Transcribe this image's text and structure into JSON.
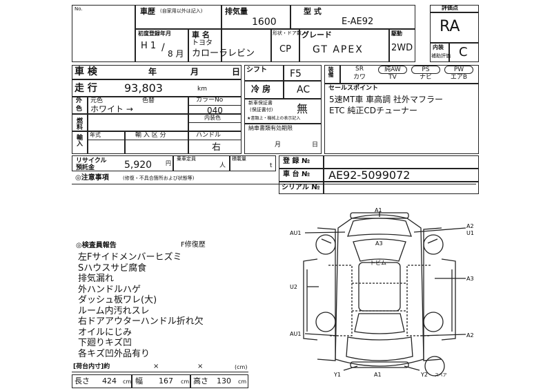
{
  "header": {
    "no_label": "No.",
    "shaken_label": "車歴",
    "shaken_note": "(自家用以外は記入)",
    "displacement_label": "排気量",
    "displacement": "1600",
    "model_label": "型 式",
    "model_code": "E-AE92",
    "grade_label": "評価点",
    "grade": "RA",
    "first_reg_label": "初度登録年月",
    "first_reg_era": "H 1",
    "first_reg_slash": "/",
    "first_reg_month": "8 月",
    "name_label": "車 名",
    "maker": "トヨタ",
    "car_name": "カローラレビン",
    "doors_label": "形状・ドア数",
    "body_type": "CP",
    "trim_label": "グレード",
    "trim": "GT APEX",
    "drive_label": "駆動",
    "drive": "2WD",
    "interior_label": "内装",
    "interior_sub": "補助評価",
    "interior_score": "C"
  },
  "left": {
    "inspection_label": "車 検",
    "year_label": "年",
    "month_label": "月",
    "day_label": "日",
    "mileage_label": "走 行",
    "mileage": "93,803",
    "mileage_unit": "km",
    "color_label_1": "外",
    "color_label_2": "色",
    "orig_color_label": "元色",
    "color_name_label": "色替",
    "color": "ホワイト →",
    "color_no_label": "カラーNo",
    "color_no": "040",
    "interior_color_label": "内装色",
    "fuel_label": "燃料",
    "import_label": "輸入",
    "year_type_label": "年式",
    "import_type_label": "輸 入 区 分",
    "handle_label": "ハンドル",
    "handle": "右",
    "recycle_label": "リサイクル預託金",
    "recycle": "5,920",
    "recycle_unit": "円",
    "capacity_label": "乗車定員",
    "capacity_unit": "人",
    "load_label": "積載量",
    "load_unit": "t",
    "notes_label": "◎注意事項",
    "notes_sub": "(修復・不具合箇所および状態等)"
  },
  "middle": {
    "shift_label": "シフト",
    "shift": "F5",
    "ac_label": "冷 房",
    "ac": "AC",
    "manual_label": "新車保証書",
    "manual_sub": "(保証書付)",
    "manual": "無",
    "manual_note": "★書類上・機械上の表示記入",
    "expiry_label": "納車書類有効期限",
    "expiry_month": "月",
    "expiry_day": "日"
  },
  "equipment": {
    "label": "装備",
    "items_row1": [
      "SR",
      "純AW",
      "PS",
      "PW"
    ],
    "items_row2": [
      "カワ",
      "TV",
      "ナビ",
      "エアB"
    ]
  },
  "selling_points": {
    "label": "セールスポイント",
    "line1": "5速MT車 車高調 社外マフラー",
    "line2": "ETC 純正CDチューナー"
  },
  "registration": {
    "reg_label": "登 録 №",
    "chassis_label": "車 台 №",
    "chassis": "AE92-5099072",
    "serial_label": "シリアル №"
  },
  "report": {
    "title": "◎検査員報告",
    "legend": "F修復歴",
    "lines": [
      "左Fサイドメンバーヒズミ",
      "Sハウスサビ腐食",
      "排気漏れ",
      "外ハンドルハゲ",
      "ダッシュ板ワレ(大)",
      "ルーム内汚れスレ",
      "右ドアアウターハンドル折れ欠",
      "オイルにじみ",
      "下廻りキズ凹",
      "各キズ凹外品有り"
    ]
  },
  "dimensions": {
    "label": "[荷台内寸]約",
    "x1": "×",
    "x2": "×",
    "cm": "(cm)",
    "length_label": "長さ",
    "length": "424",
    "width_label": "幅",
    "width": "167",
    "height_label": "高さ",
    "height": "130",
    "unit": "cm"
  },
  "diagram": {
    "callouts": {
      "a1_top": "A1",
      "au1_top": "AU1",
      "a2u1_a": "A2",
      "a2u1_b": "U1",
      "a3_roof": "A3",
      "a3_right": "A3",
      "u2": "U2",
      "au1_bottom": "AU1",
      "a2_bottom": "A2",
      "y1": "Y1",
      "a1_bottom": "A1",
      "y2": "Y2",
      "spare": "スペア",
      "roof_text": "トビム"
    }
  }
}
